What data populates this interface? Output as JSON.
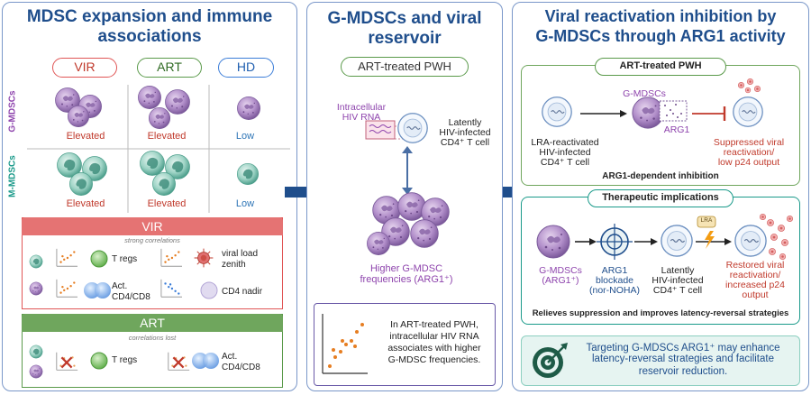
{
  "panel1": {
    "title": "MDSC expansion and immune associations",
    "columns": [
      "VIR",
      "ART",
      "HD"
    ],
    "rows": [
      "G-MDSCs",
      "M-MDSCs"
    ],
    "g_status": [
      "Elevated",
      "Elevated",
      "Low"
    ],
    "m_status": [
      "Elevated",
      "Elevated",
      "Low"
    ],
    "vir": {
      "header": "VIR",
      "subtitle": "strong correlations",
      "t_regs": "T regs",
      "viral_load_1": "viral load",
      "viral_load_2": "zenith",
      "act_1": "Act.",
      "act_2": "CD4/CD8",
      "cd4_nadir": "CD4 nadir"
    },
    "art": {
      "header": "ART",
      "subtitle": "correlations lost",
      "t_regs": "T regs",
      "act_1": "Act.",
      "act_2": "CD4/CD8"
    }
  },
  "panel2": {
    "title_1": "G-MDSCs and viral",
    "title_2": "reservoir",
    "pill": "ART-treated PWH",
    "rna_1": "Intracellular",
    "rna_2": "HIV RNA",
    "latent_1": "Latently",
    "latent_2": "HIV-infected",
    "latent_3": "CD4⁺ T cell",
    "higher_1": "Higher G-MDSC",
    "higher_2": "frequencies (ARG1⁺)",
    "box_1": "In ART-treated PWH,",
    "box_2": "intracellular HIV RNA",
    "box_3": "associates with higher",
    "box_4": "G-MDSC frequencies."
  },
  "panel3": {
    "title_1": "Viral reactivation inhibition by",
    "title_2": "G-MDSCs through ARG1 activity",
    "top": {
      "header": "ART-treated PWH",
      "lra_1": "LRA-reactivated",
      "lra_2": "HIV-infected",
      "lra_3": "CD4⁺ T cell",
      "gmdsc": "G-MDSCs",
      "arg1": "ARG1",
      "supp_1": "Suppressed viral",
      "supp_2": "reactivation/",
      "supp_3": "low p24 output",
      "footer": "ARG1-dependent inhibition"
    },
    "bottom": {
      "header": "Therapeutic implications",
      "gm_1": "G-MDSCs",
      "gm_2": "(ARG1⁺)",
      "block_1": "ARG1",
      "block_2": "blockade",
      "block_3": "(nor-NOHA)",
      "latent_1": "Latently",
      "latent_2": "HIV-infected",
      "latent_3": "CD4⁺ T cell",
      "lra": "LRA",
      "rest_1": "Restored viral",
      "rest_2": "reactivation/",
      "rest_3": "increased p24",
      "rest_4": "output",
      "footer": "Relieves suppression and improves latency-reversal strategies"
    },
    "target_1": "Targeting G-MDSCs ARG1⁺ may enhance",
    "target_2": "latency-reversal strategies and facilitate",
    "target_3": "reservoir reduction."
  },
  "colors": {
    "title": "#1f4e8c",
    "vir": "#e05555",
    "art": "#5a9a4a",
    "hd": "#3b7dd8",
    "gmdsc": "#8e44ad",
    "mmdsc": "#1a9a8a",
    "arrow": "#1f4e8c"
  },
  "icons": [
    "g-mdsc-cell-icon",
    "m-mdsc-cell-icon",
    "t-cell-icon",
    "virus-icon",
    "scatter-plot-icon",
    "crosshair-icon",
    "target-icon",
    "lightning-icon"
  ]
}
